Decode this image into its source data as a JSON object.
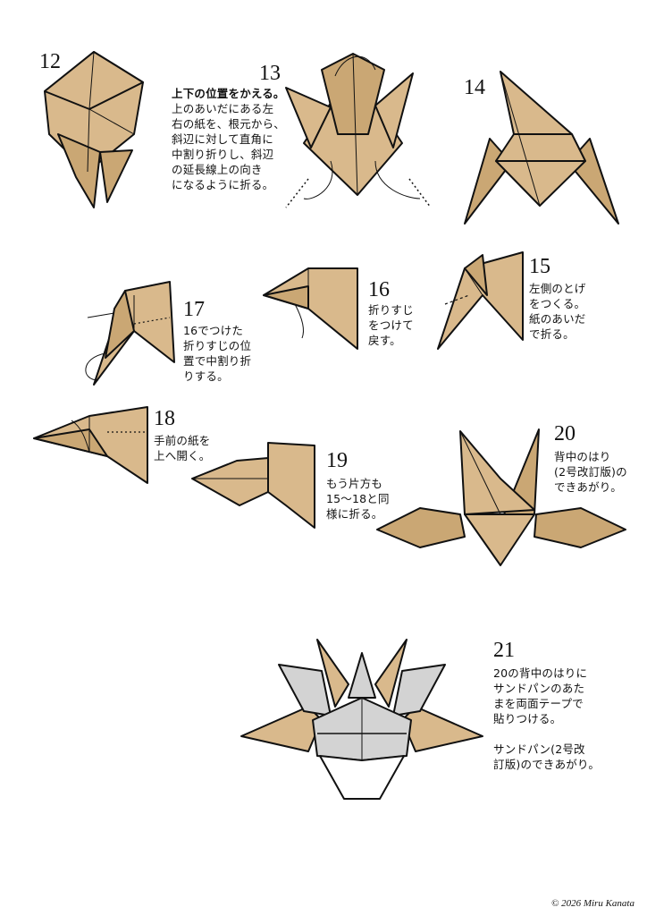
{
  "steps": [
    {
      "number": "12",
      "title": "",
      "text": ""
    },
    {
      "number": "13",
      "title": "上下の位置をかえる。",
      "text": "上のあいだにある左\n右の紙を、根元から、\n斜辺に対して直角に\n中割り折りし、斜辺\nの延長線上の向き\nになるように折る。"
    },
    {
      "number": "14",
      "title": "",
      "text": ""
    },
    {
      "number": "15",
      "title": "",
      "text": "左側のとげ\nをつくる。\n紙のあいだ\nで折る。"
    },
    {
      "number": "16",
      "title": "",
      "text": "折りすじ\nをつけて\n戻す。"
    },
    {
      "number": "17",
      "title": "",
      "text": "16でつけた\n折りすじの位\n置で中割り折\nりする。"
    },
    {
      "number": "18",
      "title": "",
      "text": "手前の紙を\n上へ開く。"
    },
    {
      "number": "19",
      "title": "",
      "text": "もう片方も\n15〜18と同\n様に折る。"
    },
    {
      "number": "20",
      "title": "",
      "text": "背中のはり\n(2号改訂版)の\nできあがり。"
    },
    {
      "number": "21",
      "title": "",
      "text": "20の背中のはりに\nサンドパンのあた\nまを両面テープで\n貼りつける。\n\nサンドパン(2号改\n訂版)のできあがり。"
    }
  ],
  "copyright": "© 2026 Miru Kanata",
  "colors": {
    "paper": "#d9b98c",
    "paper_dark": "#caa774",
    "head": "#d3d3d3",
    "line": "#111111"
  }
}
